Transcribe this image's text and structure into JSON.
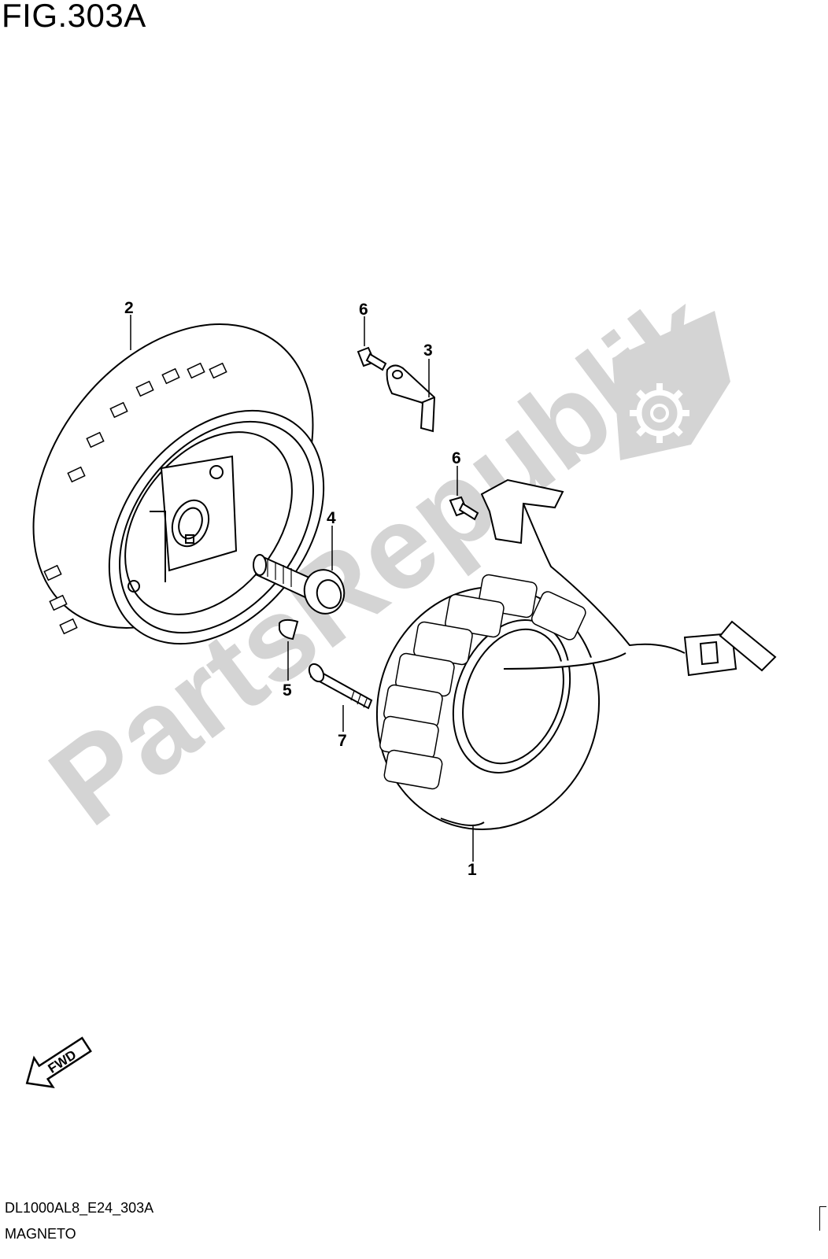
{
  "figure": {
    "title": "FIG.303A",
    "model_code": "DL1000AL8_E24_303A",
    "section_name": "MAGNETO"
  },
  "watermark": {
    "text": "PartsRepublik",
    "color": "#d4d4d4",
    "icon": "gear-icon"
  },
  "fwd_label": "FWD",
  "callouts": [
    "1",
    "2",
    "3",
    "4",
    "5",
    "6",
    "6",
    "7"
  ],
  "parts": [
    "stator-coil",
    "rotor-flywheel",
    "bracket",
    "rotor-bolt",
    "woodruff-key",
    "screw",
    "screw",
    "stator-screw"
  ]
}
